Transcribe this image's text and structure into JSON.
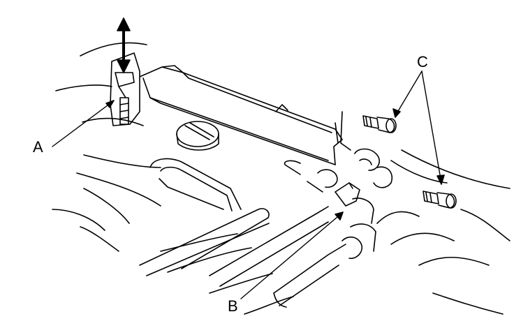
{
  "diagram": {
    "labels": {
      "a": "A",
      "b": "B",
      "c": "C"
    },
    "colors": {
      "line": "#000000",
      "background": "#ffffff"
    },
    "icons": {
      "lift_direction": "double-arrow-icon"
    }
  }
}
